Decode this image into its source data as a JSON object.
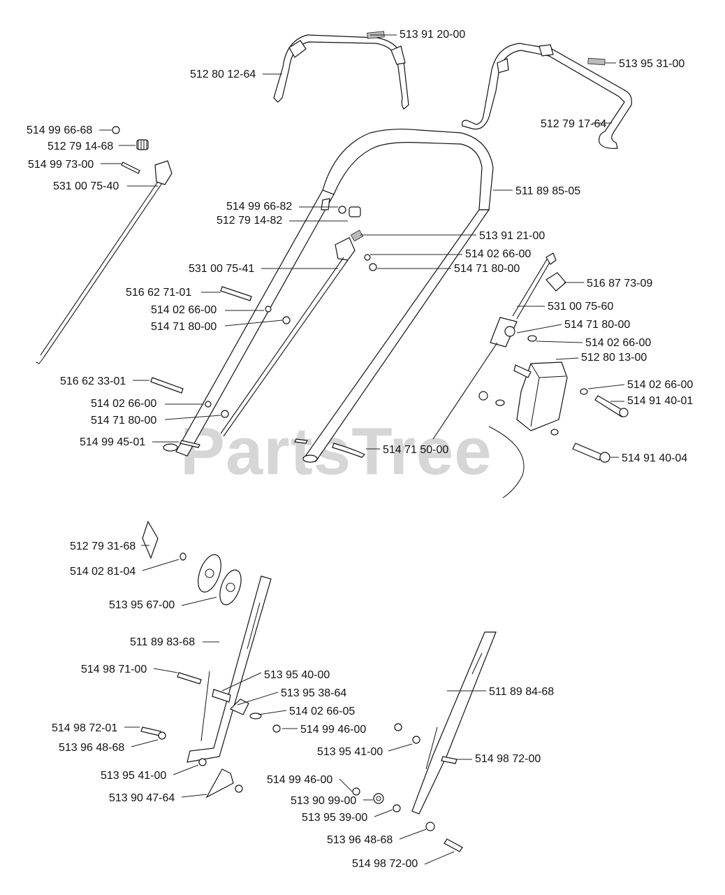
{
  "watermark": {
    "text": "PartsTree",
    "trademark": "™"
  },
  "parts": [
    {
      "id": "p1",
      "text": "513 91 20-00"
    },
    {
      "id": "p2",
      "text": "512 80 12-64"
    },
    {
      "id": "p3",
      "text": "513 95 31-00"
    },
    {
      "id": "p4",
      "text": "512 79 17-64"
    },
    {
      "id": "p5",
      "text": "514 99 66-68"
    },
    {
      "id": "p6",
      "text": "512 79 14-68"
    },
    {
      "id": "p7",
      "text": "514 99 73-00"
    },
    {
      "id": "p8",
      "text": "531 00 75-40"
    },
    {
      "id": "p9",
      "text": "511 89 85-05"
    },
    {
      "id": "p10",
      "text": "514 99 66-82"
    },
    {
      "id": "p11",
      "text": "512 79 14-82"
    },
    {
      "id": "p12",
      "text": "513 91 21-00"
    },
    {
      "id": "p13",
      "text": "514 02 66-00"
    },
    {
      "id": "p14",
      "text": "514 71 80-00"
    },
    {
      "id": "p15",
      "text": "531 00 75-41"
    },
    {
      "id": "p16",
      "text": "516 87 73-09"
    },
    {
      "id": "p17",
      "text": "516 62 71-01"
    },
    {
      "id": "p18",
      "text": "531 00 75-60"
    },
    {
      "id": "p19",
      "text": "514 02 66-00"
    },
    {
      "id": "p20",
      "text": "514 71 80-00"
    },
    {
      "id": "p21",
      "text": "514 71 80-00"
    },
    {
      "id": "p22",
      "text": "514 02 66-00"
    },
    {
      "id": "p23",
      "text": "512 80 13-00"
    },
    {
      "id": "p24",
      "text": "516 62 33-01"
    },
    {
      "id": "p25",
      "text": "514 02 66-00"
    },
    {
      "id": "p26",
      "text": "514 91 40-01"
    },
    {
      "id": "p27",
      "text": "514 02 66-00"
    },
    {
      "id": "p28",
      "text": "514 71 80-00"
    },
    {
      "id": "p29",
      "text": "514 99 45-01"
    },
    {
      "id": "p30",
      "text": "514 71 50-00"
    },
    {
      "id": "p31",
      "text": "514 91 40-04"
    },
    {
      "id": "p32",
      "text": "512 79 31-68"
    },
    {
      "id": "p33",
      "text": "514 02 81-04"
    },
    {
      "id": "p34",
      "text": "513 95 67-00"
    },
    {
      "id": "p35",
      "text": "511 89 83-68"
    },
    {
      "id": "p36",
      "text": "514 98 71-00"
    },
    {
      "id": "p37",
      "text": "513 95 40-00"
    },
    {
      "id": "p38",
      "text": "511 89 84-68"
    },
    {
      "id": "p39",
      "text": "513 95 38-64"
    },
    {
      "id": "p40",
      "text": "514 02 66-05"
    },
    {
      "id": "p41",
      "text": "514 98 72-01"
    },
    {
      "id": "p42",
      "text": "514 99 46-00"
    },
    {
      "id": "p43",
      "text": "513 96 48-68"
    },
    {
      "id": "p44",
      "text": "513 95 41-00"
    },
    {
      "id": "p45",
      "text": "514 98 72-00"
    },
    {
      "id": "p46",
      "text": "513 95 41-00"
    },
    {
      "id": "p47",
      "text": "514 99 46-00"
    },
    {
      "id": "p48",
      "text": "513 90 47-64"
    },
    {
      "id": "p49",
      "text": "513 90 99-00"
    },
    {
      "id": "p50",
      "text": "513 95 39-00"
    },
    {
      "id": "p51",
      "text": "513 96 48-68"
    },
    {
      "id": "p52",
      "text": "514 98 72-00"
    }
  ]
}
